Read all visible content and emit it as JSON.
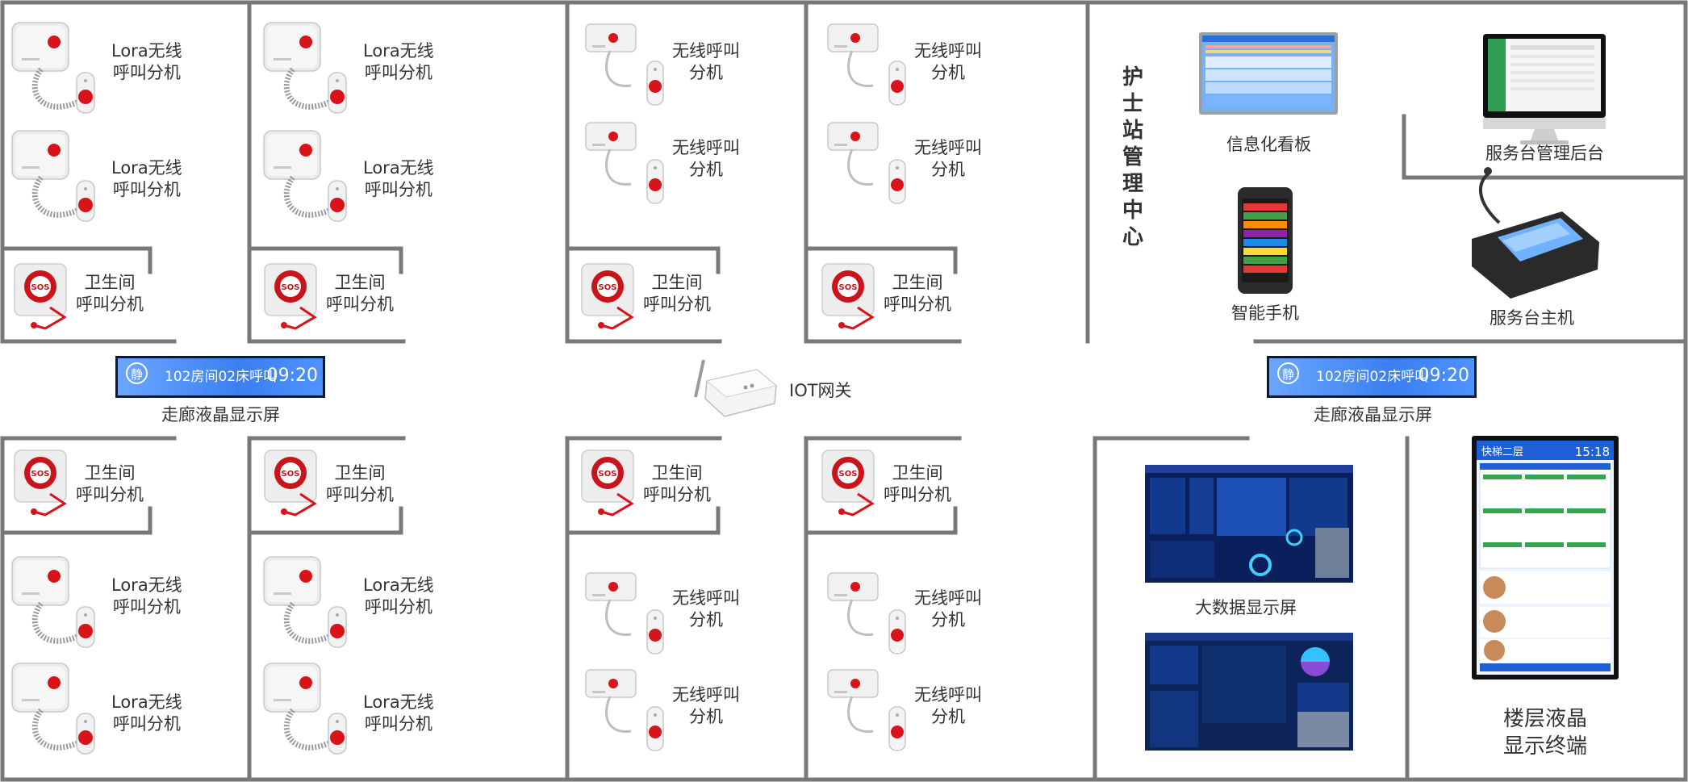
{
  "devices": {
    "lora": [
      "Lora无线",
      "呼叫分机"
    ],
    "wireless": [
      "无线呼叫",
      "分机"
    ],
    "bathroom": [
      "卫生间",
      "呼叫分机"
    ]
  },
  "sos_text": "SOS",
  "iot_gateway": "IOT网关",
  "corridor": {
    "label": "走廊液晶显示屏",
    "icon_char": "静",
    "message": "102房间02床呼叫",
    "time": "09:20"
  },
  "nurse_station": {
    "title": "护士站管理中心",
    "info_board": "信息化看板",
    "service_backend": "服务台管理后台",
    "smartphone": "智能手机",
    "service_host": "服务台主机"
  },
  "big_data": "大数据显示屏",
  "floor_terminal": [
    "楼层液晶",
    "显示终端"
  ],
  "floor_screen": {
    "floor": "快梯二层",
    "time": "15:18"
  },
  "colors": {
    "wall": "#787878",
    "device_red": "#d8141a",
    "screen_blue": "#3b7ff0",
    "dark_screen": "#0a1f5c"
  }
}
